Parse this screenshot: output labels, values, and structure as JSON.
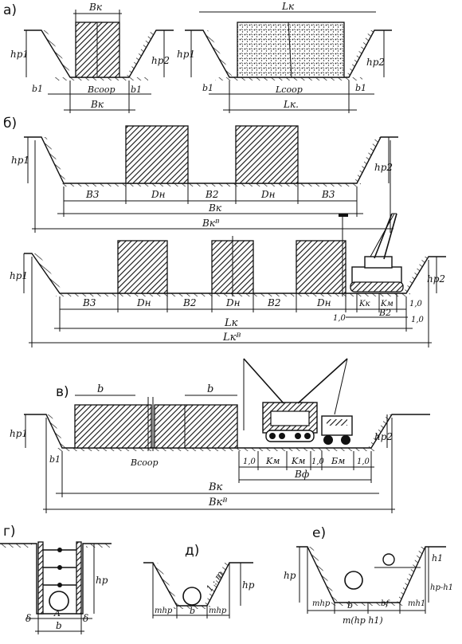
{
  "panels": {
    "a": "а)",
    "b": "б)",
    "v": "в)",
    "g": "г)",
    "d": "д)",
    "e": "е)"
  },
  "labels": {
    "a_left": {
      "top": "Bк",
      "h1": "hр1",
      "h2": "hр2",
      "b1l": "b1",
      "bsoor": "Bсоор",
      "b1r": "b1",
      "bk": "Bк"
    },
    "a_right": {
      "top": "Lк",
      "h1": "hр1",
      "h2": "hр2",
      "b1l": "b1",
      "lsoor": "Lсоор",
      "b1r": "b1",
      "lk": "Lк."
    },
    "b_top": {
      "h1": "hр1",
      "h2": "hр2",
      "b3l": "B3",
      "dn1": "Dн",
      "b2": "B2",
      "dn2": "Dн",
      "b3r": "B3",
      "bk": "Bк",
      "bkn": "Bкᴮ"
    },
    "b_bottom": {
      "h1": "hр1",
      "h2": "hр2",
      "b3": "B3",
      "dn1": "Dн",
      "b2a": "B2",
      "dn2": "Dн",
      "b2b": "B2",
      "dn3": "Dн",
      "kk": "Kк",
      "km": "Kм",
      "d10a": "1,0",
      "d10b": "1,0",
      "d10c": "1,0",
      "b2c": "B2",
      "lk": "Lк",
      "lkn": "Lкᴮ"
    },
    "v": {
      "h1": "hр1",
      "h2": "hр2",
      "b1": "b1",
      "bdim1": "b",
      "bdim2": "b",
      "bsoor": "Bсоор",
      "d10a": "1,0",
      "km1": "Kм",
      "km2": "Kм",
      "d10b": "1,0",
      "bm": "Бм",
      "d10c": "1,0",
      "bf": "Bф",
      "bk": "Bк",
      "bkn": "Bкᴮ"
    },
    "g": {
      "hp": "hр",
      "delta1": "δ",
      "A": "A",
      "delta2": "δ",
      "b": "b"
    },
    "d": {
      "slope": "1 : m",
      "hp": "hр",
      "mhp1": "mhр",
      "b": "b",
      "mhp2": "mhр"
    },
    "e": {
      "hp": "hр",
      "h1": "h1",
      "hphi": "hр-h1",
      "mhp": "mhр",
      "b": "b",
      "bf": "bf",
      "mh1": "mh1",
      "bottom": "m(hр  h1)"
    }
  }
}
